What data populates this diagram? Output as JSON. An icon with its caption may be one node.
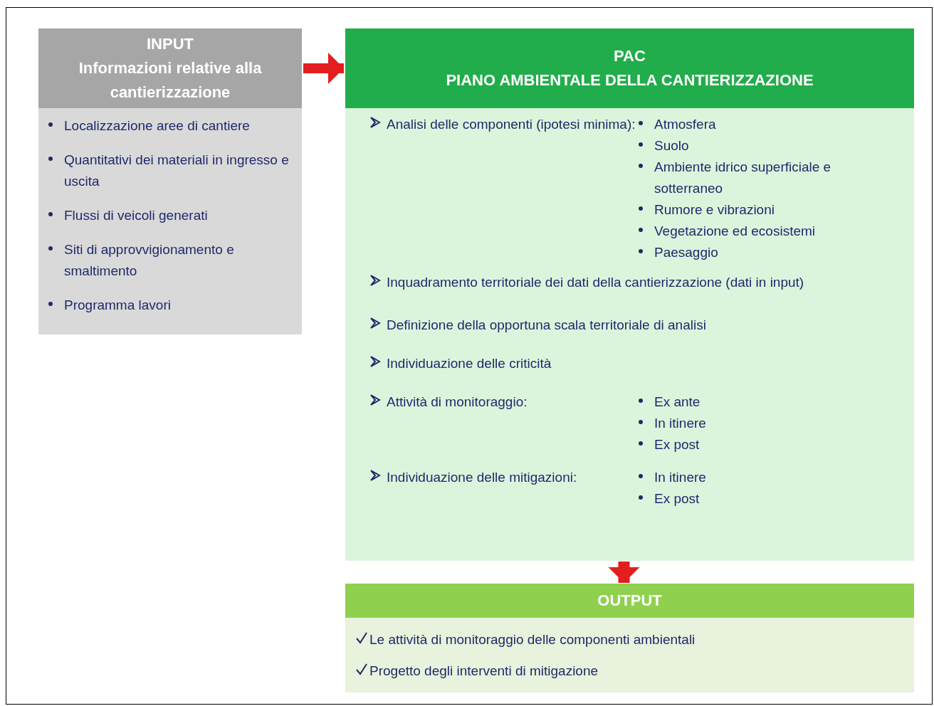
{
  "diagram": {
    "nodes": [
      {
        "text": [
          "INPUT",
          "Informazioni relative alla cantierizzazione",
          "Localizzazione aree di cantiere",
          "Quantitativi dei materiali in ingresso e uscita",
          "Flussi di veicoli generati",
          "Siti di approvvigionamento e smaltimento",
          "Programma lavori"
        ]
      },
      {
        "text": [
          "PAC",
          "PIANO AMBIENTALE DELLA CANTIERIZZAZIONE",
          "Analisi delle componenti (ipotesi minima):",
          "Atmosfera",
          "Suolo",
          "Ambiente idrico superficiale e sotterraneo",
          "Rumore e vibrazioni",
          "Vegetazione ed ecosistemi",
          "Paesaggio",
          "Inquadramento territoriale dei dati della cantierizzazione (dati in input)",
          "Definizione della opportuna scala territoriale di analisi",
          "Individuazione delle criticità",
          "Attività di monitoraggio:",
          "Ex ante",
          "In itinere",
          "Ex post",
          "Individuazione delle mitigazioni:",
          "In itinere",
          "Ex post"
        ]
      },
      {
        "text": [
          "OUTPUT",
          "Le attività di monitoraggio delle componenti ambientali",
          "Progetto degli interventi di mitigazione"
        ]
      }
    ],
    "edges": [
      {
        "from": 0,
        "to": 1,
        "arrow": "to"
      },
      {
        "from": 1,
        "to": 2,
        "arrow": "to"
      }
    ]
  }
}
